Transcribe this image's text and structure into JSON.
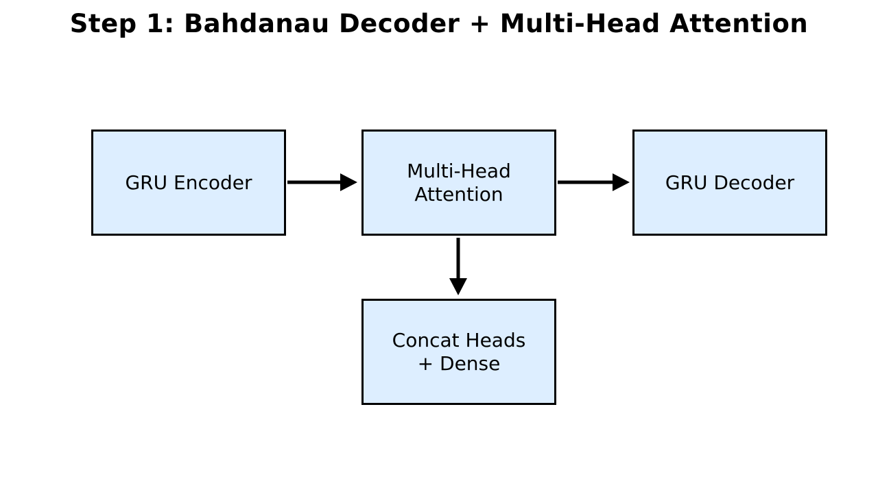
{
  "page": {
    "title": "Step 1: Bahdanau Decoder + Multi-Head Attention",
    "background": "#ffffff"
  },
  "diagram": {
    "nodes": [
      {
        "id": "gru-encoder",
        "lines": [
          "GRU Encoder"
        ]
      },
      {
        "id": "multi-head-attention",
        "lines": [
          "Multi-Head",
          "Attention"
        ]
      },
      {
        "id": "gru-decoder",
        "lines": [
          "GRU Decoder"
        ]
      },
      {
        "id": "concat-heads-dense",
        "lines": [
          "Concat Heads",
          "+ Dense"
        ]
      }
    ],
    "edges": [
      {
        "from": "gru-encoder",
        "to": "multi-head-attention",
        "direction": "right"
      },
      {
        "from": "multi-head-attention",
        "to": "gru-decoder",
        "direction": "right"
      },
      {
        "from": "multi-head-attention",
        "to": "concat-heads-dense",
        "direction": "down"
      }
    ],
    "colors": {
      "node_fill": "#ddeeff",
      "node_border": "#000000",
      "arrow": "#000000",
      "text": "#000000"
    }
  }
}
